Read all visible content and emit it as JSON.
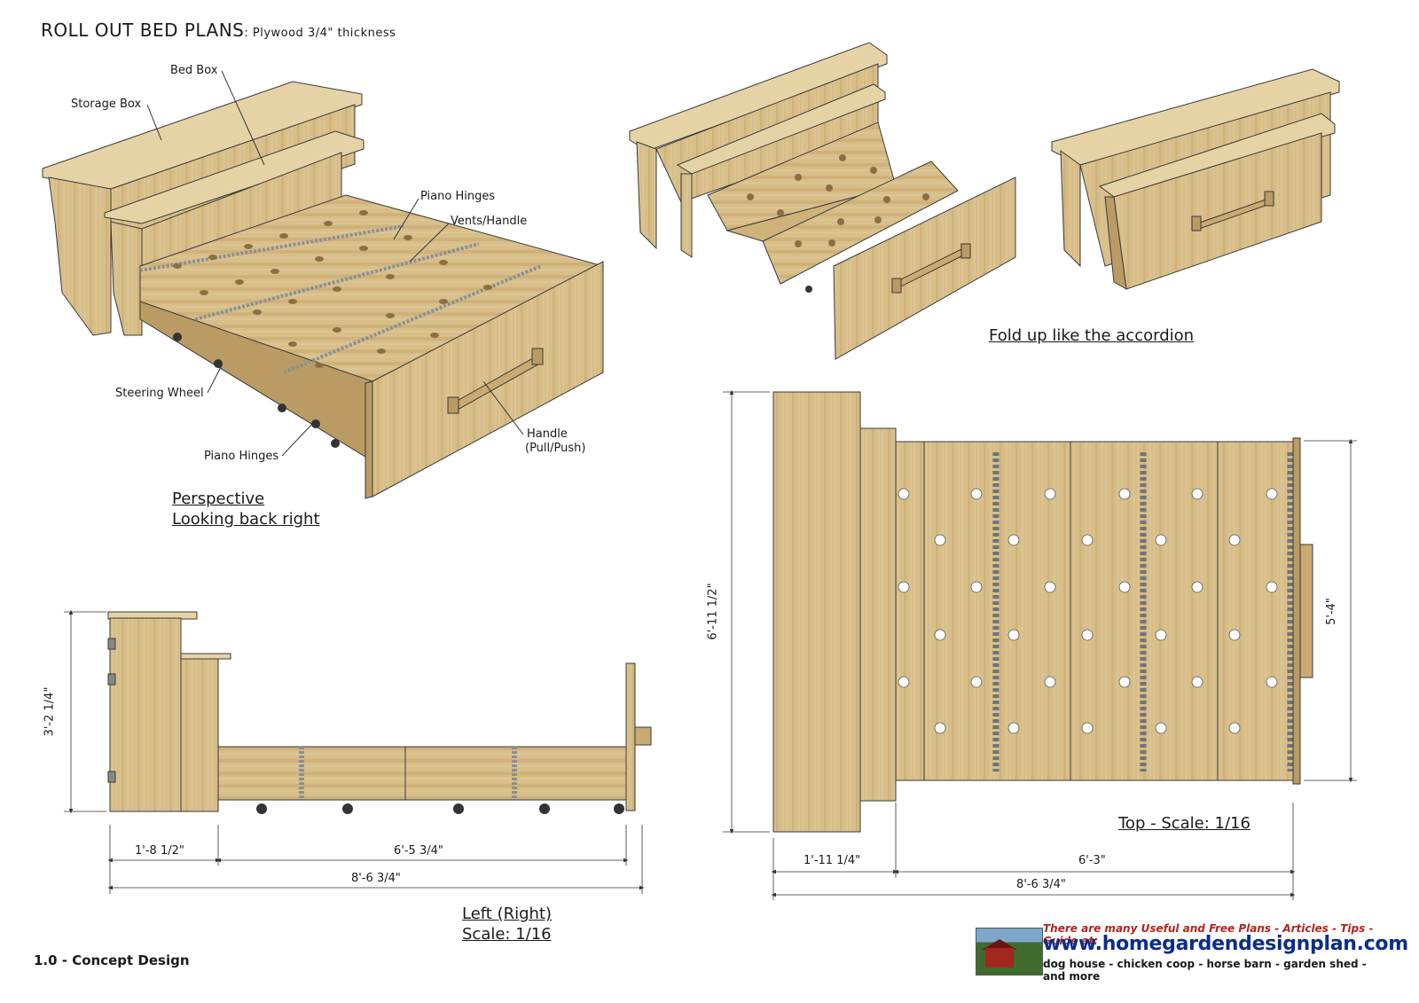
{
  "header": {
    "title": "ROLL OUT BED PLANS",
    "subtitle": ": Plywood 3/4\" thickness"
  },
  "perspective": {
    "labels": {
      "bed_box": "Bed Box",
      "storage_box": "Storage Box",
      "piano_hinges_top": "Piano Hinges",
      "vents_handle": "Vents/Handle",
      "steering_wheel": "Steering Wheel",
      "piano_hinges_bottom": "Piano Hinges",
      "handle_line1": "Handle",
      "handle_line2": "(Pull/Push)"
    },
    "caption_line1": "Perspective",
    "caption_line2": "Looking back right"
  },
  "accordion": {
    "caption": "Fold up like the accordion"
  },
  "side_view": {
    "height_dim": "3'-2 1/4\"",
    "dim_box": "1'-8 1/2\"",
    "dim_bed": "6'-5 3/4\"",
    "dim_total": "8'-6 3/4\"",
    "caption_line1": "Left (Right)",
    "caption_line2": "Scale: 1/16"
  },
  "top_view": {
    "height_dim": "6'-11 1/2\"",
    "width_dim": "5'-4\"",
    "dim_box": "1'-11 1/4\"",
    "dim_bed": "6'-3\"",
    "dim_total": "8'-6 3/4\"",
    "caption": "Top - Scale: 1/16"
  },
  "footer": {
    "section": "1.0 - Concept Design",
    "promo_line1": "There are many Useful and Free Plans - Articles - Tips - Guide at:",
    "promo_url": "www.homegardendesignplan.com",
    "promo_line3": "dog house - chicken coop - horse barn - garden shed - and more"
  },
  "colors": {
    "wood": "#d8bf8a",
    "wood_dark": "#b99b63",
    "wood_light": "#e6d3a5",
    "line": "#3a3a3a",
    "hinge": "#8a8f96"
  }
}
